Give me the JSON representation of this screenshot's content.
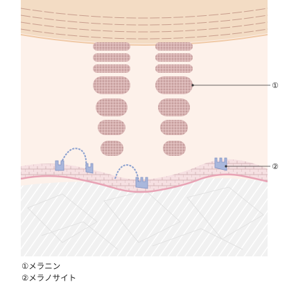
{
  "callouts": [
    {
      "number": "①",
      "name": "メラニン"
    },
    {
      "number": "②",
      "name": "メラノサイト"
    }
  ],
  "legend": [
    {
      "text": "①メラニン"
    },
    {
      "text": "②メラノサイト"
    }
  ],
  "colors": {
    "horny_layer": "#f3dcc4",
    "epidermis": "#fdf1ea",
    "melanin": "#cfa9a8",
    "melanocyte": "#a9b7dc",
    "basal_membrane": "#e8a3b5",
    "dermis": "#eeeeee"
  }
}
